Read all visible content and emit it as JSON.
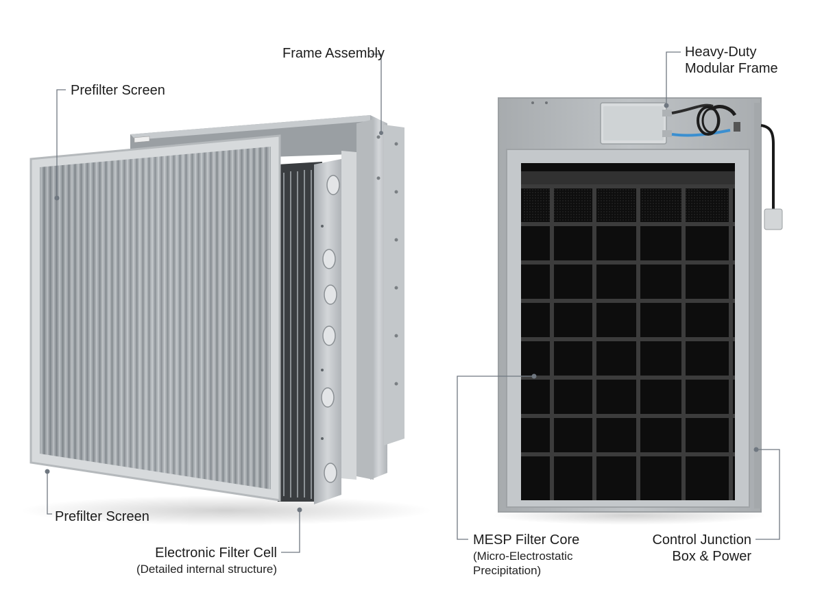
{
  "callouts": {
    "frame_assembly": "Frame Assembly",
    "prefilter_screen_top": "Prefilter Screen",
    "prefilter_screen_bottom": "Prefilter Screen",
    "electronic_filter_cell": "Electronic Filter Cell",
    "electronic_filter_cell_detail": "(Detailed internal structure)",
    "heavy_duty_line1": "Heavy-Duty",
    "heavy_duty_line2": "Modular Frame",
    "mesp_core": "MESP Filter Core",
    "mesp_detail_line1": "(Micro-Electrostatic",
    "mesp_detail_line2": "Precipitation)",
    "control_line1": "Control Junction",
    "control_line2": "Box & Power"
  },
  "colors": {
    "leader_line": "#6f7780",
    "aluminum": "#c9ccd0",
    "steel_gray": "#b8bcbf",
    "filter_core": "#141414",
    "grid_bars": "#3c3c3c",
    "cable_blue": "#3b8fd0"
  }
}
